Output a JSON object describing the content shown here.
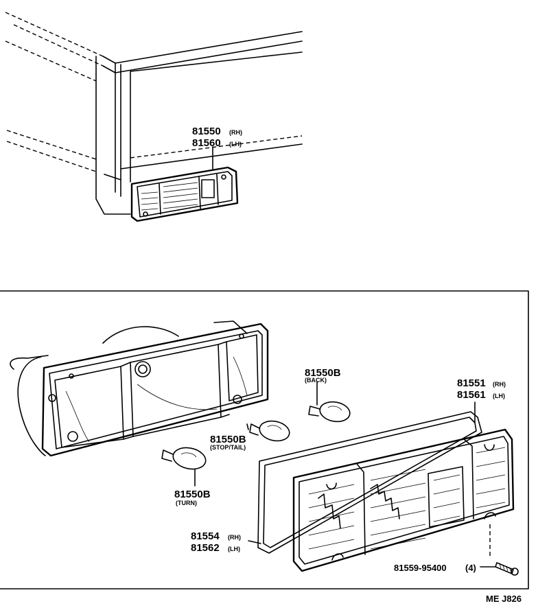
{
  "overview": {
    "part_top": "81550",
    "part_top_side": "(RH)",
    "part_bottom": "81560",
    "part_bottom_side": "(LH)"
  },
  "exploded": {
    "bulb_back": {
      "part": "81550B",
      "note": "(BACK)"
    },
    "bulb_stop_tail": {
      "part": "81550B",
      "note": "(STOP/TAIL)"
    },
    "bulb_turn": {
      "part": "81550B",
      "note": "(TURN)"
    },
    "lens_rh": {
      "part": "81551",
      "side": "(RH)"
    },
    "lens_lh": {
      "part": "81561",
      "side": "(LH)"
    },
    "gasket_rh": {
      "part": "81554",
      "side": "(RH)"
    },
    "gasket_lh": {
      "part": "81562",
      "side": "(LH)"
    },
    "screw": {
      "part": "81559-95400",
      "qty": "(4)"
    }
  },
  "drawing_code": "ME J826"
}
